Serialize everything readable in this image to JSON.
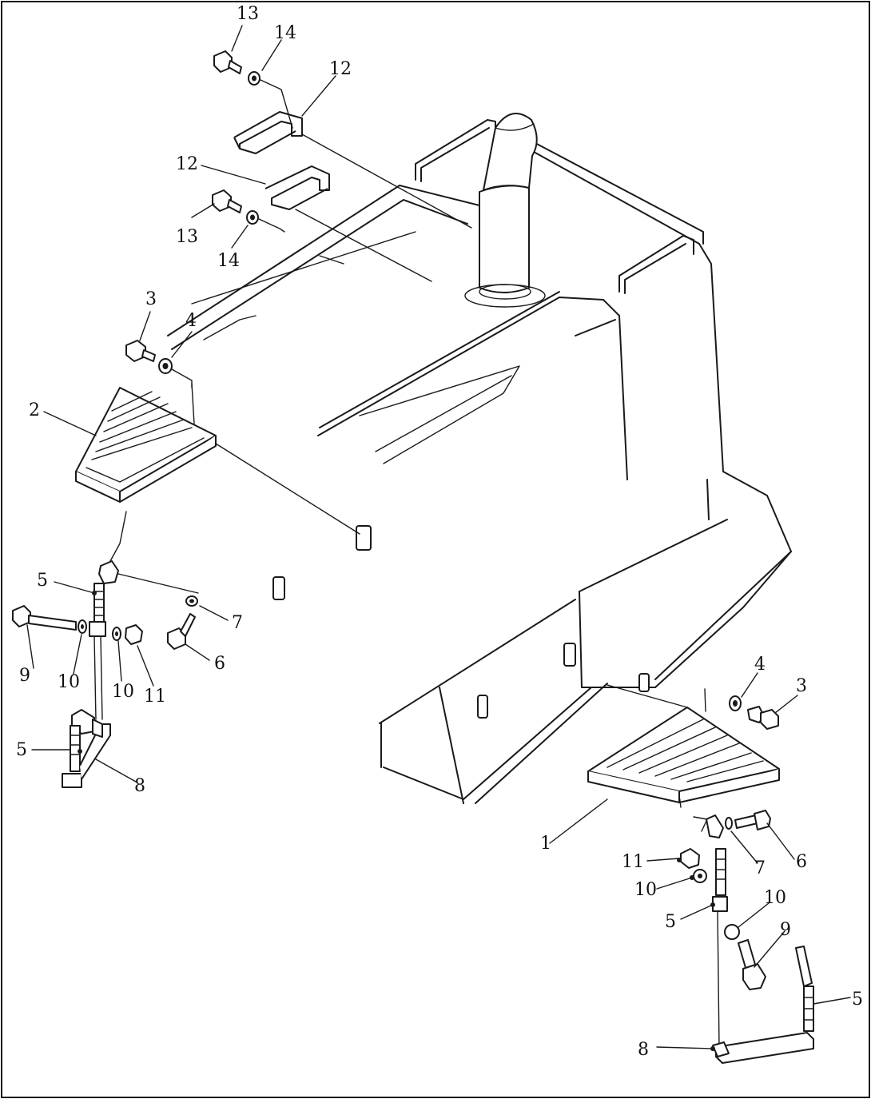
{
  "callouts": {
    "part_1": "1",
    "part_2": "2",
    "part_3": "3",
    "part_4": "4",
    "part_5": "5",
    "part_6": "6",
    "part_7": "7",
    "part_8": "8",
    "part_9": "9",
    "part_10": "10",
    "part_11": "11",
    "part_12": "12",
    "part_13": "13",
    "part_14": "14"
  },
  "colors": {
    "line": "#1a1a1a",
    "background": "#ffffff"
  }
}
